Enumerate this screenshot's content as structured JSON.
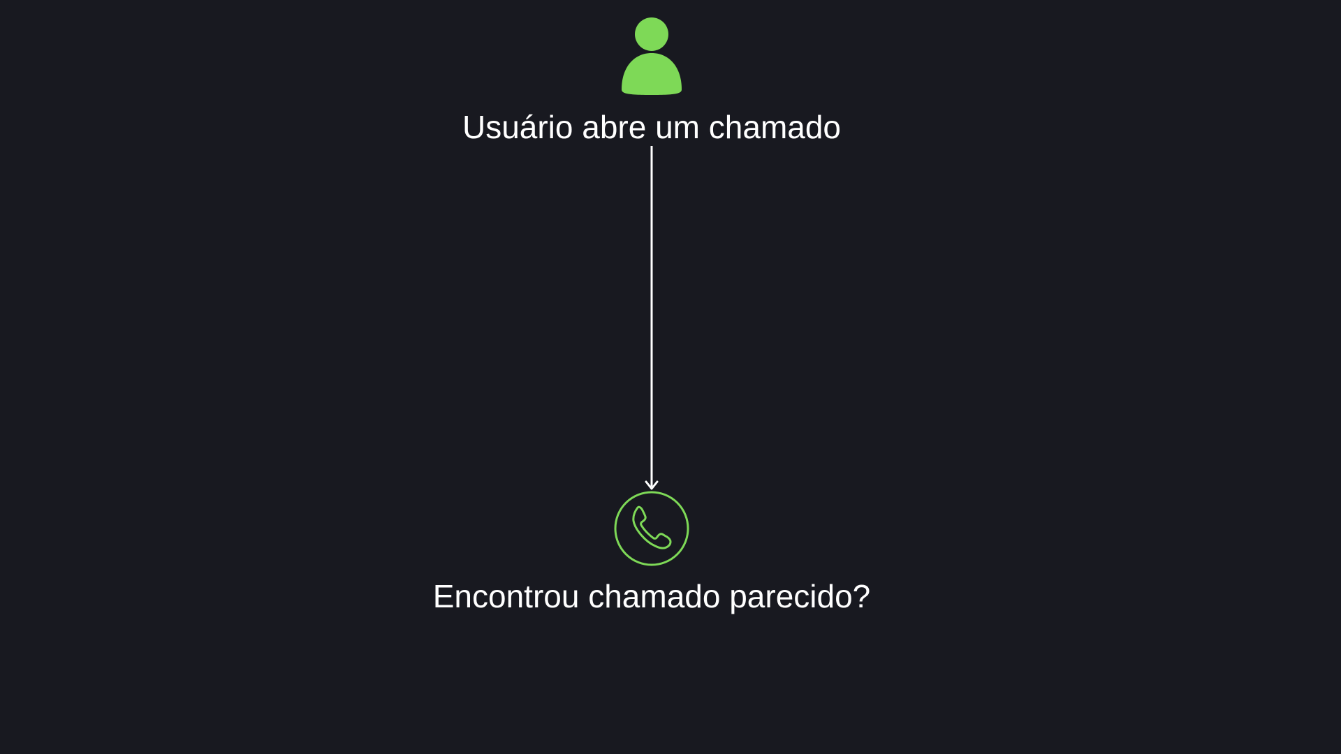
{
  "diagram": {
    "nodes": [
      {
        "id": "start",
        "icon": "person-icon",
        "label": "Usuário abre um chamado"
      },
      {
        "id": "decision",
        "icon": "phone-icon",
        "label": "Encontrou chamado parecido?"
      }
    ],
    "edges": [
      {
        "from": "start",
        "to": "decision"
      }
    ],
    "colors": {
      "background": "#181920",
      "accent": "#7ed957",
      "text": "#ffffff",
      "arrow": "#ffffff"
    }
  }
}
